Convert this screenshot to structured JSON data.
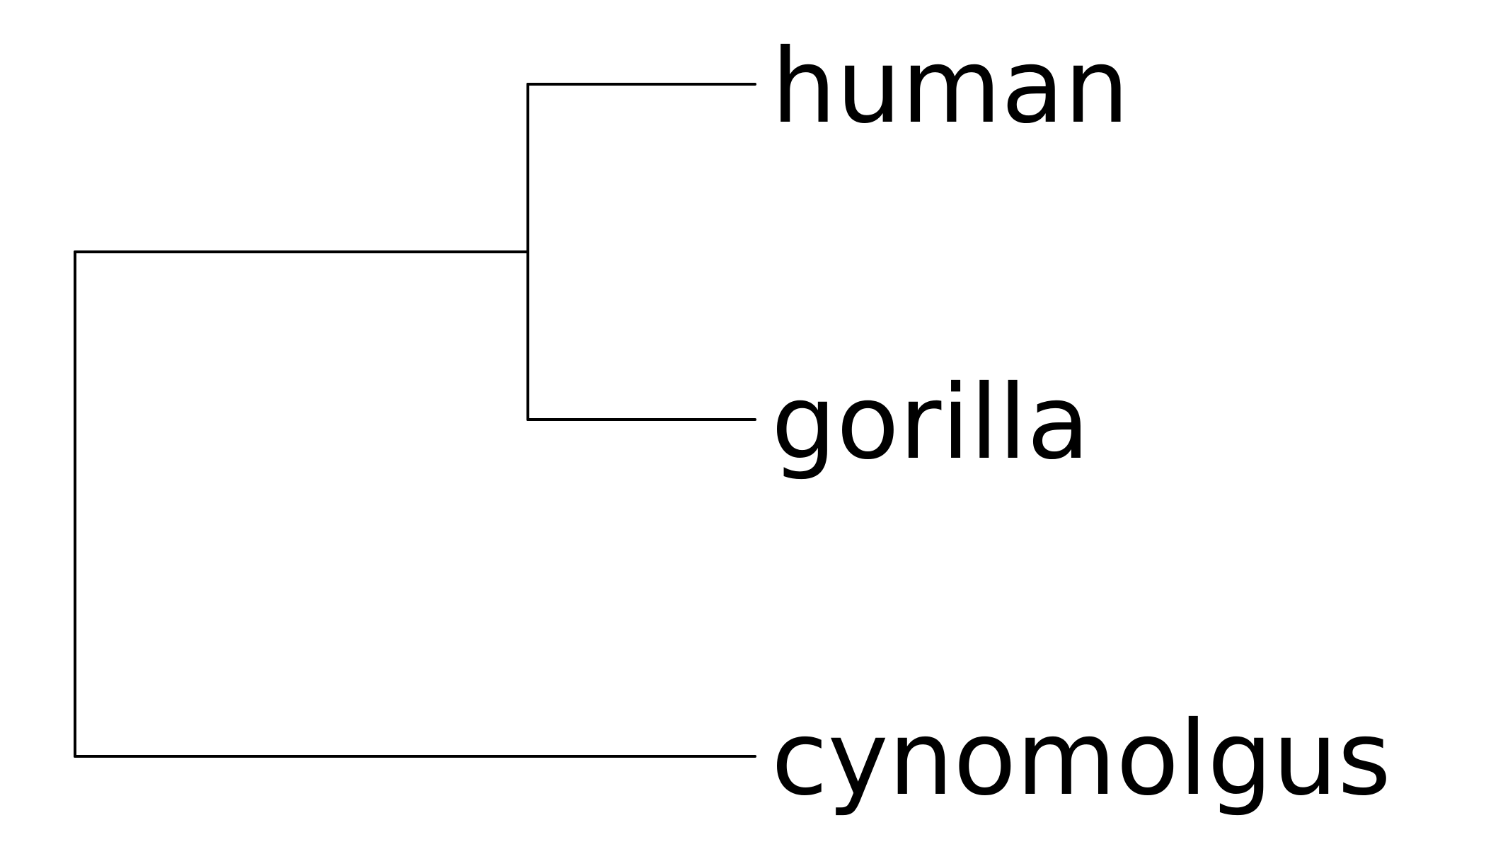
{
  "diagram": {
    "type": "phylogenetic-tree",
    "style": {
      "line_color": "#000000",
      "background": "#ffffff",
      "text_color": "#000000"
    },
    "leaves": [
      {
        "id": "human",
        "label": "human"
      },
      {
        "id": "gorilla",
        "label": "gorilla"
      },
      {
        "id": "cynomolgus",
        "label": "cynomolgus"
      }
    ],
    "tree": "((human,gorilla),cynomolgus)"
  }
}
